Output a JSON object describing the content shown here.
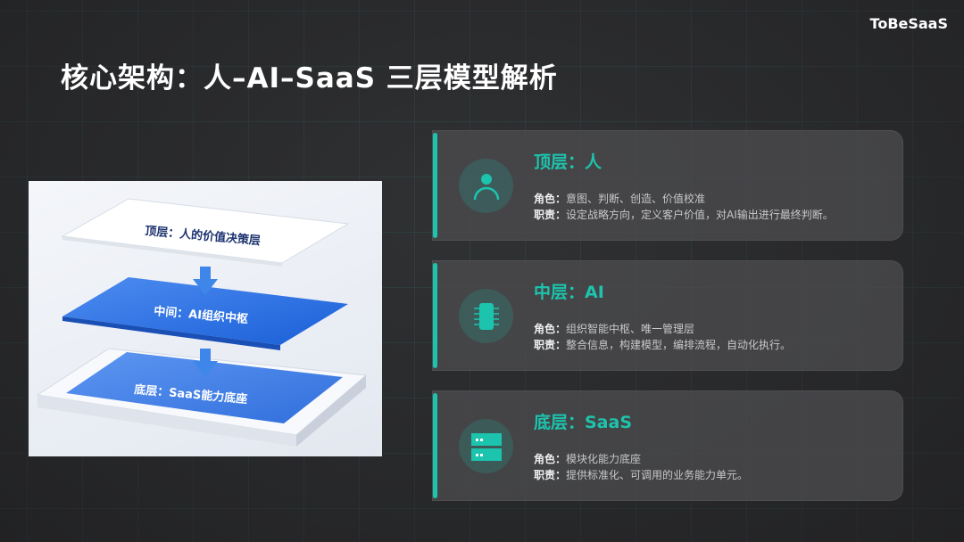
{
  "logo": "ToBeSaaS",
  "title": "核心架构：人–AI–SaaS 三层模型解析",
  "figure": {
    "top_plate": "顶层：人的价值决策层",
    "middle_plate": "中间：AI组织中枢",
    "bottom_plate": "底层：SaaS能力底座"
  },
  "accent_color": "#1cc4ad",
  "cards": [
    {
      "icon": "person-icon",
      "title": "顶层：人",
      "role_label": "角色：",
      "role": "意图、判断、创造、价值校准",
      "duty_label": "职责：",
      "duty": "设定战略方向，定义客户价值，对AI输出进行最终判断。"
    },
    {
      "icon": "chip-icon",
      "title": "中层：AI",
      "role_label": "角色：",
      "role": "组织智能中枢、唯一管理层",
      "duty_label": "职责：",
      "duty": "整合信息，构建模型，编排流程，自动化执行。"
    },
    {
      "icon": "server-icon",
      "title": "底层：SaaS",
      "role_label": "角色：",
      "role": "模块化能力底座",
      "duty_label": "职责：",
      "duty": "提供标准化、可调用的业务能力单元。"
    }
  ]
}
